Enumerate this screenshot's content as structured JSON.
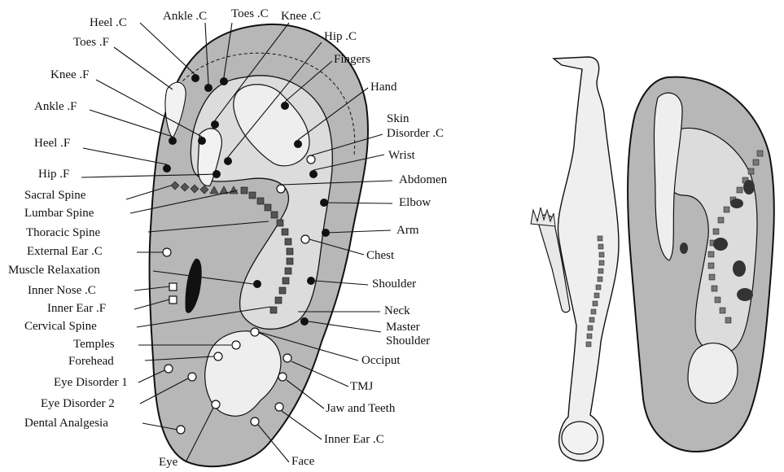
{
  "labels": {
    "heel_c": "Heel .C",
    "ankle_c": "Ankle .C",
    "toes_c": "Toes .C",
    "knee_c": "Knee .C",
    "toes_f": "Toes .F",
    "hip_c": "Hip .C",
    "fingers": "Fingers",
    "knee_f": "Knee .F",
    "hand": "Hand",
    "ankle_f": "Ankle .F",
    "skin1": "Skin",
    "skin2": "Disorder .C",
    "heel_f": "Heel .F",
    "wrist": "Wrist",
    "hip_f": "Hip .F",
    "abdomen": "Abdomen",
    "sacral": "Sacral Spine",
    "elbow": "Elbow",
    "lumbar": "Lumbar Spine",
    "arm": "Arm",
    "thoracic": "Thoracic Spine",
    "external_ear": "External Ear .C",
    "chest": "Chest",
    "muscle": "Muscle Relaxation",
    "shoulder": "Shoulder",
    "inner_nose": "Inner Nose .C",
    "inner_ear_f": "Inner Ear .F",
    "neck": "Neck",
    "cervical": "Cervical Spine",
    "master1": "Master",
    "master2": "Shoulder",
    "temples": "Temples",
    "occiput": "Occiput",
    "forehead": "Forehead",
    "tmj": "TMJ",
    "eye_dis1": "Eye Disorder 1",
    "eye_dis2": "Eye Disorder 2",
    "jaw": "Jaw and Teeth",
    "dental": "Dental Analgesia",
    "inner_ear_c": "Inner Ear .C",
    "eye": "Eye",
    "face": "Face"
  },
  "colors": {
    "ear_fill": "#b7b7b7",
    "ear_light": "#dcdcdc",
    "ink": "#111111",
    "point_open": "#ffffff"
  }
}
